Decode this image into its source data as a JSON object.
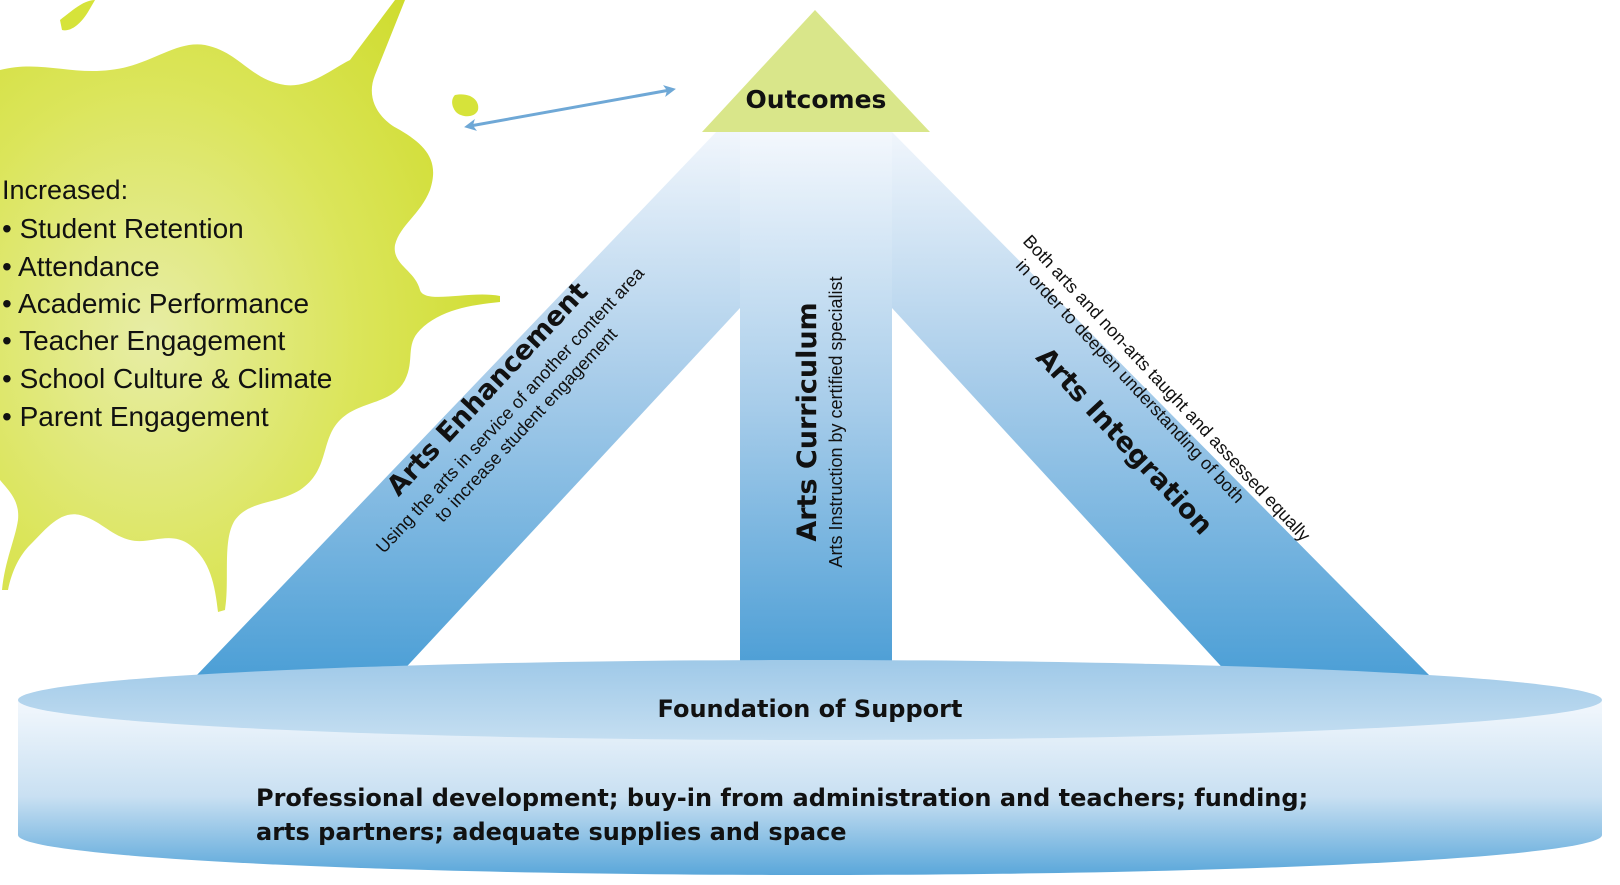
{
  "outcomes": {
    "title": "Outcomes",
    "heading": "Increased:",
    "items": [
      "• Student Retention",
      "• Attendance",
      "• Academic Performance",
      "• Teacher Engagement",
      "• School Culture & Climate",
      "• Parent Engagement"
    ]
  },
  "pillars": {
    "enhancement": {
      "title": "Arts Enhancement",
      "desc_line1": "Using the arts in service of another content area",
      "desc_line2": "to increase student engagement"
    },
    "curriculum": {
      "title": "Arts Curriculum",
      "desc_line1": "Arts Instruction by certified specialist"
    },
    "integration": {
      "title": "Arts Integration",
      "desc_line1": "Both arts and non-arts taught and assessed equally",
      "desc_line2": "in order to deepen understanding of both"
    }
  },
  "foundation": {
    "title": "Foundation of Support",
    "desc_line1": "Professional development; buy-in from administration and teachers; funding;",
    "desc_line2": "arts partners; adequate supplies and space"
  },
  "colors": {
    "splash": "#d6e33a",
    "apex": "#d9e68a",
    "pillar_top": "#eef4fb",
    "pillar_bottom": "#4fa3d8",
    "arrow": "#6fa8d6"
  }
}
